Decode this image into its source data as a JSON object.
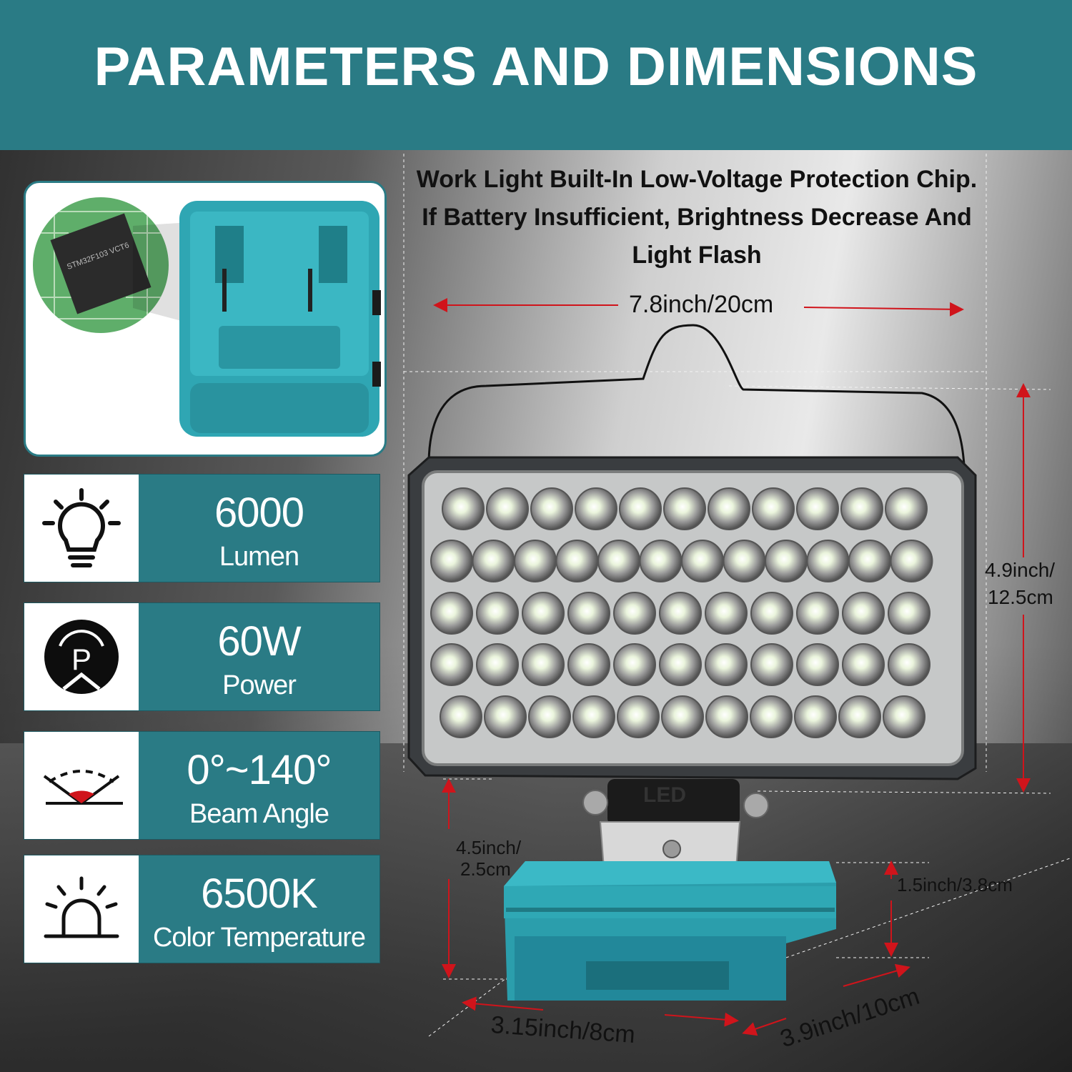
{
  "title": "PARAMETERS AND DIMENSIONS",
  "note": "Work Light Built-In Low-Voltage Protection Chip. If Battery Insufficient, Brightness Decrease And  Light Flash",
  "chip_marking": "STM32F103 VCT6",
  "led_label": "LED",
  "features": [
    {
      "icon": "lightbulb-icon",
      "value": "6000",
      "label": "Lumen"
    },
    {
      "icon": "power-p-icon",
      "value": "60W",
      "label": "Power"
    },
    {
      "icon": "beam-angle-icon",
      "value": "0°~140°",
      "label": "Beam Angle"
    },
    {
      "icon": "beacon-light-icon",
      "value": "6500K",
      "label": "Color Temperature"
    }
  ],
  "dimensions": {
    "width": "7.8inch/20cm",
    "height_line1": "4.9inch/",
    "height_line2": "12.5cm",
    "mount_height_line1": "4.5inch/",
    "mount_height_line2": "2.5cm",
    "base_height": "1.5inch/3.8cm",
    "base_width": "3.15inch/8cm",
    "base_depth": "3.9inch/10cm"
  },
  "colors": {
    "brand_teal": "#2a7b85",
    "arrow_red": "#d0141b",
    "battery_teal": "#2fa6b3"
  }
}
